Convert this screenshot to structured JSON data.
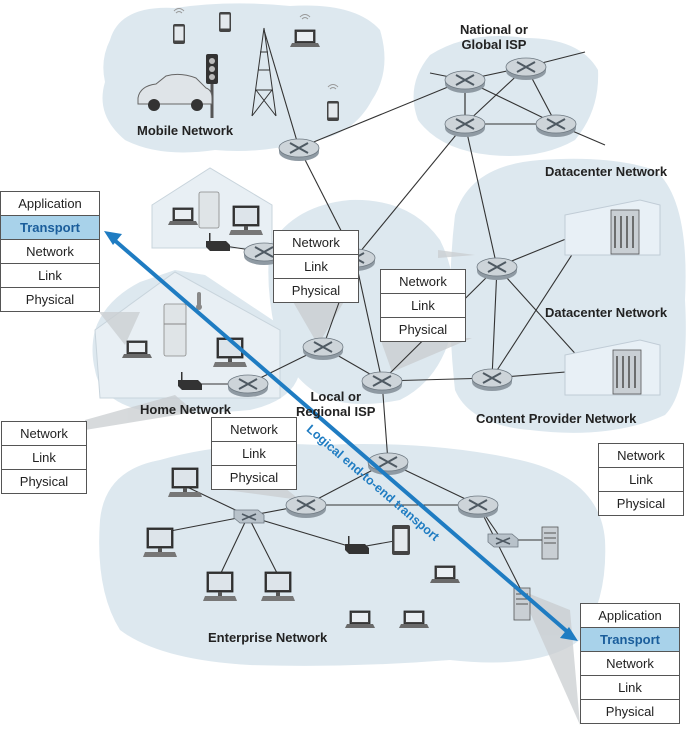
{
  "regions": {
    "mobile": "Mobile Network",
    "national_isp_line1": "National or",
    "national_isp_line2": "Global ISP",
    "datacenter_1": "Datacenter Network",
    "datacenter_2": "Datacenter Network",
    "content_provider": "Content Provider Network",
    "home": "Home Network",
    "regional_isp_line1": "Local or",
    "regional_isp_line2": "Regional ISP",
    "enterprise": "Enterprise Network"
  },
  "stacks": {
    "host_left": [
      "Application",
      "Transport",
      "Network",
      "Link",
      "Physical"
    ],
    "host_right": [
      "Application",
      "Transport",
      "Network",
      "Link",
      "Physical"
    ],
    "router_home": [
      "Network",
      "Link",
      "Physical"
    ],
    "router_regional_a": [
      "Network",
      "Link",
      "Physical"
    ],
    "router_regional_b": [
      "Network",
      "Link",
      "Physical"
    ],
    "router_enterprise": [
      "Network",
      "Link",
      "Physical"
    ],
    "router_content": [
      "Network",
      "Link",
      "Physical"
    ]
  },
  "highlight_layer": "Transport",
  "arrow_label": "Logical end-to-end transport",
  "colors": {
    "cloud": "#dde8ef",
    "arrow": "#1f7cc2",
    "highlight": "#a8d2ea",
    "router": "#c4ccd2"
  }
}
